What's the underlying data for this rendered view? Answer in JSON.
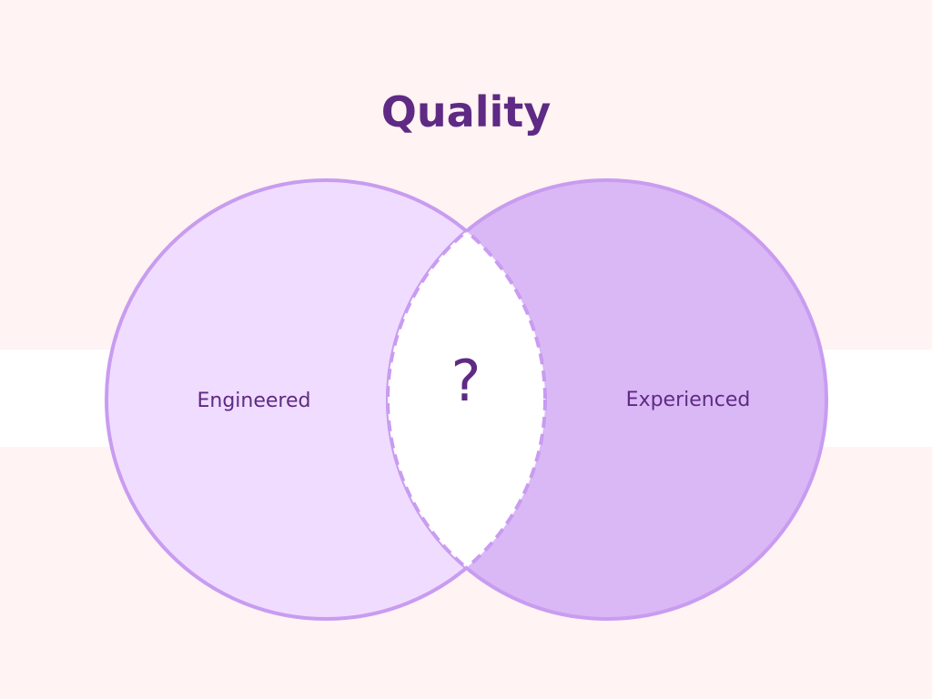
{
  "title": "Quality",
  "left_label": "Engineered",
  "right_label": "Experienced",
  "center_label": "?",
  "colors": {
    "left_fill": "#f0dcff",
    "right_fill": "#dab8f5",
    "stroke": "#c89cf0",
    "text": "#5e2a84",
    "background": "#fff3f3"
  }
}
